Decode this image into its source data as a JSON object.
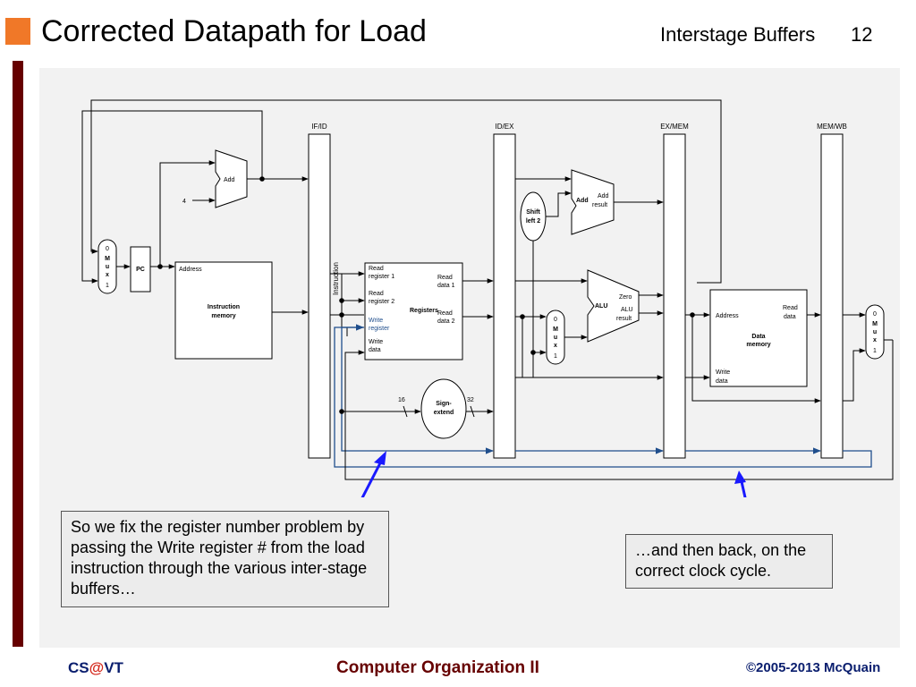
{
  "header": {
    "title": "Corrected Datapath for Load",
    "topic": "Interstage Buffers",
    "page_number": "12"
  },
  "diagram": {
    "pipeline_registers": [
      "IF/ID",
      "ID/EX",
      "EX/MEM",
      "MEM/WB"
    ],
    "instruction_label": "Instruction",
    "pc_label": "PC",
    "mux": {
      "zero": "0",
      "m": "M",
      "u": "u",
      "x": "x",
      "one": "1"
    },
    "adder1_label": "Add",
    "constant_four": "4",
    "instruction_memory": {
      "address": "Address",
      "line1": "Instruction",
      "line2": "memory"
    },
    "registers": {
      "read_register_1_a": "Read",
      "read_register_1_b": "register 1",
      "read_register_2_a": "Read",
      "read_register_2_b": "register 2",
      "write_register_a": "Write",
      "write_register_b": "register",
      "write_data_a": "Write",
      "write_data_b": "data",
      "read_data_1_a": "Read",
      "read_data_1_b": "data 1",
      "read_data_2_a": "Read",
      "read_data_2_b": "data 2",
      "title": "Registers"
    },
    "sign_extend": {
      "line1": "Sign-",
      "line2": "extend",
      "in_bits": "16",
      "out_bits": "32"
    },
    "shift_left": {
      "line1": "Shift",
      "line2": "left 2"
    },
    "adder2": {
      "label": "Add",
      "result_a": "Add",
      "result_b": "result"
    },
    "alu": {
      "label": "ALU",
      "zero": "Zero",
      "result_a": "ALU",
      "result_b": "result"
    },
    "data_memory": {
      "address": "Address",
      "read_a": "Read",
      "read_b": "data",
      "title_a": "Data",
      "title_b": "memory",
      "write_a": "Write",
      "write_b": "data"
    },
    "colors": {
      "write_register_path": "#1f4e8c",
      "callout_arrow": "#1a1aff",
      "wire": "#000000"
    }
  },
  "callouts": {
    "left": "So we fix the register number problem by passing the Write register # from the load instruction through the various inter-stage buffers…",
    "right": "…and then back, on the correct clock cycle."
  },
  "footer": {
    "left_prefix": "CS",
    "left_at": "@",
    "left_suffix": "VT",
    "center": "Computer Organization II",
    "right": "©2005-2013 McQuain"
  }
}
